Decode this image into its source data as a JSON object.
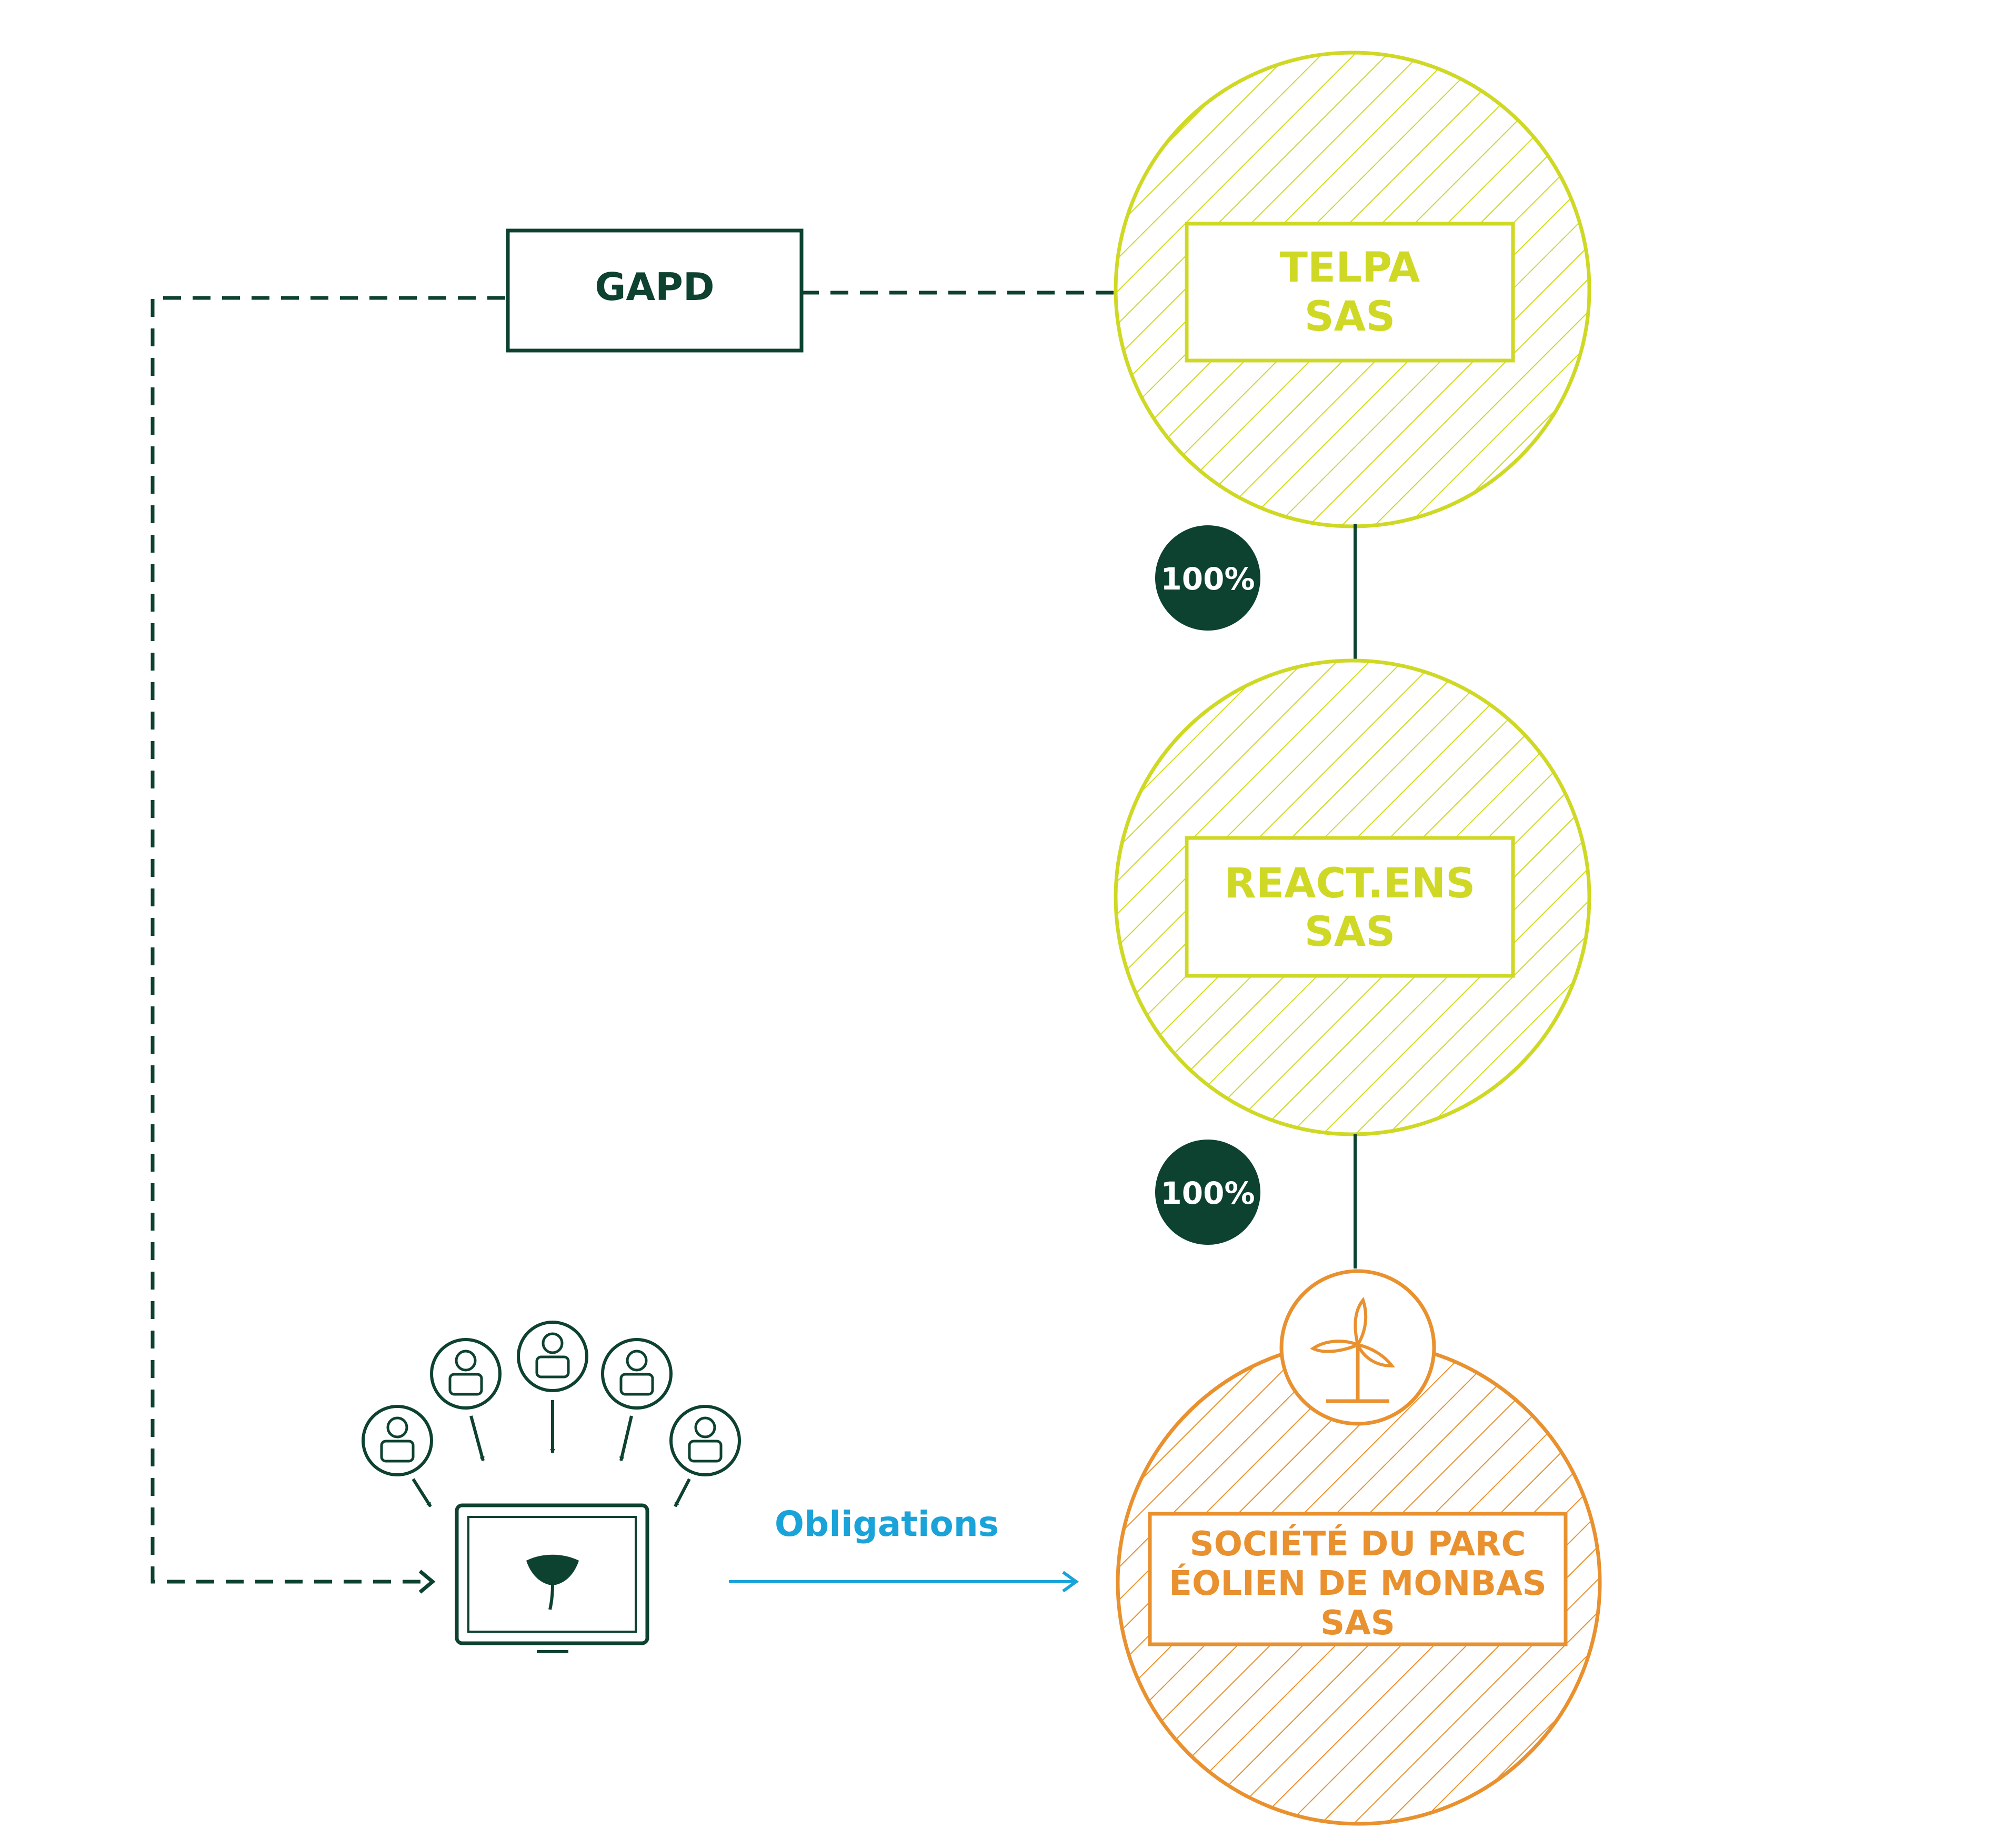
{
  "colors": {
    "dark_green": "#0d4230",
    "lime": "#cfd925",
    "orange": "#e9912f",
    "blue": "#1aa3d9",
    "white": "#ffffff"
  },
  "gapd": {
    "label": "GAPD"
  },
  "telpa": {
    "line1": "TELPA",
    "line2": "SAS"
  },
  "reactens": {
    "line1": "REACT.ENS",
    "line2": "SAS"
  },
  "monbas": {
    "line1": "SOCIÉTÉ DU PARC",
    "line2": "ÉOLIEN DE MONBAS",
    "line3": "SAS",
    "icon": "wind-turbine-icon"
  },
  "ownership": [
    {
      "from": "TELPA SAS",
      "to": "REACT.ENS SAS",
      "percent": "100%"
    },
    {
      "from": "REACT.ENS SAS",
      "to": "SOCIÉTÉ DU PARC ÉOLIEN DE MONBAS SAS",
      "percent": "100%"
    }
  ],
  "platform": {
    "icon": "ginkgo-leaf-icon",
    "investor_icon": "person-icon",
    "investor_count": 5
  },
  "obligations_label": "Obligations"
}
